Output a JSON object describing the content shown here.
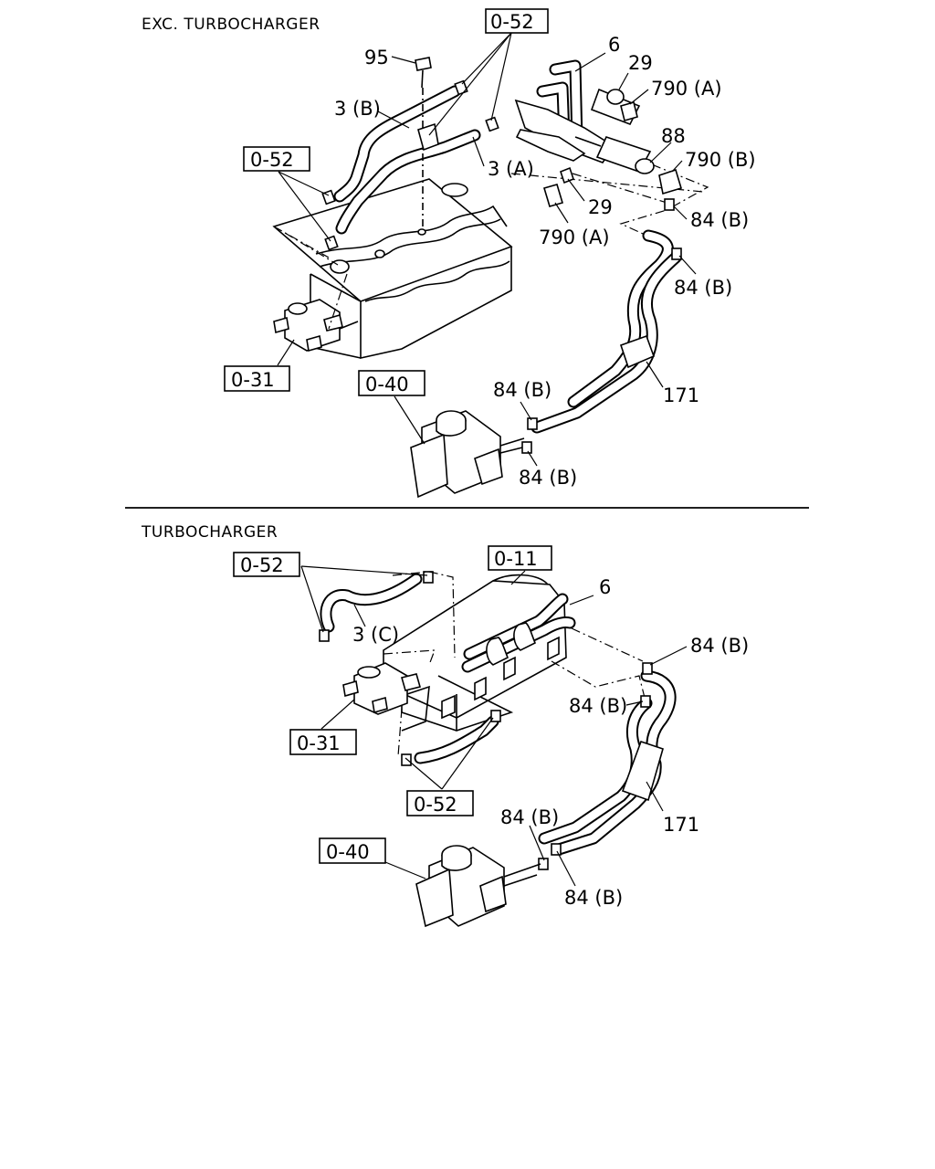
{
  "sections": [
    {
      "title": "EXC. TURBOCHARGER",
      "callouts": {
        "p95": "95",
        "p3b": "3 (B)",
        "p3a": "3 (A)",
        "p6": "6",
        "p29a": "29",
        "p790a_top": "790 (A)",
        "p88": "88",
        "p790b": "790 (B)",
        "p29b": "29",
        "p790a_bottom": "790 (A)",
        "p84b_1": "84 (B)",
        "p84b_2": "84 (B)",
        "p84b_3": "84 (B)",
        "p84b_4": "84 (B)",
        "p171": "171"
      },
      "ref_boxes": {
        "r052_top": "0-52",
        "r052_left": "0-52",
        "r031": "0-31",
        "r040": "0-40"
      }
    },
    {
      "title": "TURBOCHARGER",
      "callouts": {
        "p3c": "3 (C)",
        "p6": "6",
        "p84b_1": "84 (B)",
        "p84b_2": "84 (B)",
        "p84b_3": "84 (B)",
        "p84b_4": "84 (B)",
        "p171": "171"
      },
      "ref_boxes": {
        "r052_top": "0-52",
        "r011": "0-11",
        "r031": "0-31",
        "r052_bottom": "0-52",
        "r040": "0-40"
      }
    }
  ]
}
